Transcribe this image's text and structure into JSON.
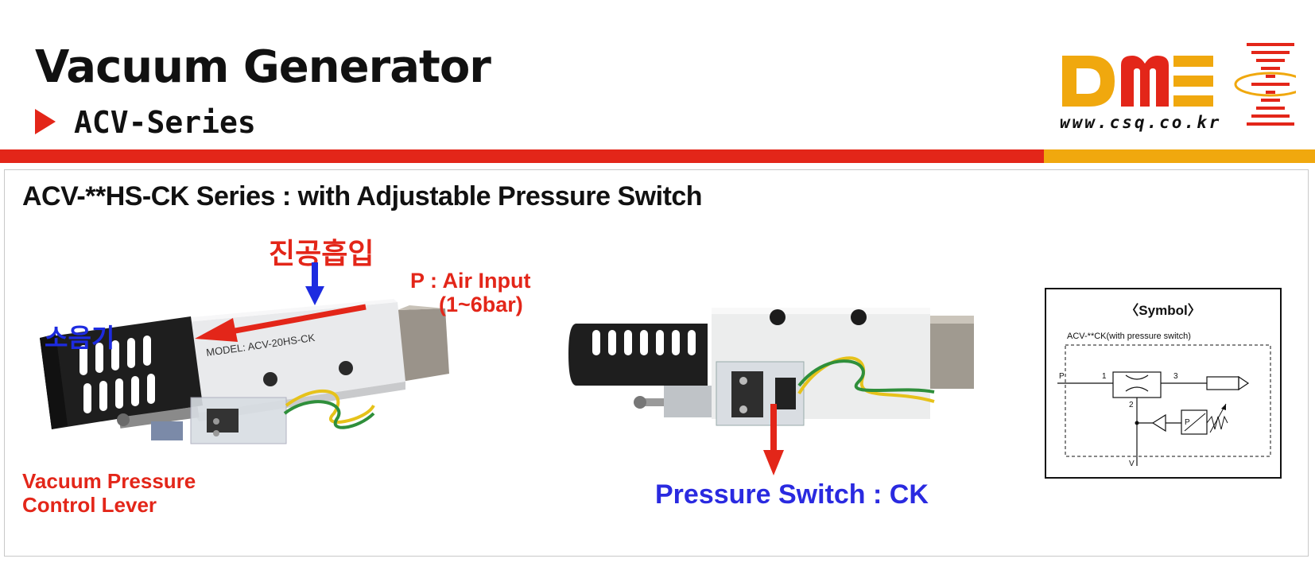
{
  "header": {
    "title": "Vacuum Generator",
    "subtitle": "ACV-Series",
    "logo_letters": "DME",
    "logo_url": "www.csq.co.kr",
    "colors": {
      "red": "#e32619",
      "yellow": "#f0a80e"
    }
  },
  "section": {
    "title": "ACV-**HS-CK Series : with Adjustable Pressure Switch"
  },
  "left_photo": {
    "label_vacuum_suction": "진공흡입",
    "label_silencer": "소음기",
    "label_air_input_1": "P : Air Input",
    "label_air_input_2": "(1~6bar)",
    "label_lever_1": "Vacuum Pressure",
    "label_lever_2": "Control Lever",
    "model_text": "MODEL: ACV-20HS-CK"
  },
  "right_photo": {
    "label_switch": "Pressure Switch : CK"
  },
  "symbol": {
    "title": "〈Symbol〉",
    "caption": "ACV-**CK(with pressure switch)",
    "port_p": "P",
    "port_1": "1",
    "port_2": "2",
    "port_3": "3",
    "port_v": "V",
    "switch_p": "P"
  }
}
